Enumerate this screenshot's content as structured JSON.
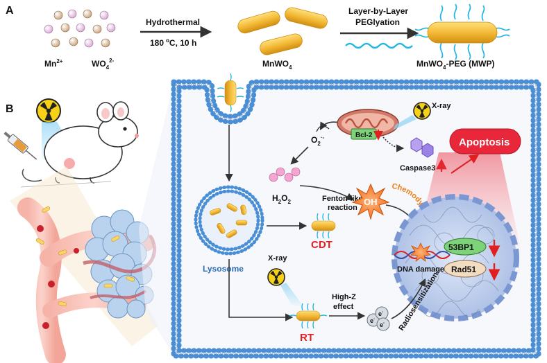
{
  "panels": {
    "a": "A",
    "b": "B"
  },
  "synthesis": {
    "mn_ion": "Mn",
    "mn_charge": "2+",
    "tungstate": "WO",
    "tungstate_sub": "4",
    "tungstate_charge": "2-",
    "step1_label": "Hydrothermal",
    "step1_temp": "180",
    "step1_temp_unit": "o",
    "step1_cond": "C, 10 h",
    "mnwo4": "MnWO",
    "mnwo4_sub": "4",
    "step2_label_1": "Layer-by-Layer",
    "step2_label_2": "PEGlyation",
    "product_a": "MnWO",
    "product_sub": "4",
    "product_b": "-PEG (MWP)"
  },
  "cell": {
    "xray_top": "X-ray",
    "bcl2": "Bcl-2",
    "superoxide": "O",
    "superoxide_sub": "2",
    "superoxide_sup": "·-",
    "h2o2_a": "H",
    "h2o2_sub1": "2",
    "h2o2_b": "O",
    "h2o2_sub2": "2",
    "caspase": "Caspase3",
    "apoptosis": "Apoptosis",
    "fenton_1": "Fenton-like",
    "fenton_2": "reaction",
    "oh_radical": "OH",
    "chemodynamic": "Chemodynamic effect",
    "cdt": "CDT",
    "lysosome": "Lysosome",
    "xray_mid": "X-ray",
    "highz_1": "High-Z",
    "highz_2": "effect",
    "electron": "e",
    "electron_sup": "-",
    "rt": "RT",
    "radiosens": "Radiosensitization",
    "p53bp1": "53BP1",
    "rad51": "Rad51",
    "dna_damage": "DNA damage"
  },
  "colors": {
    "rod": "#f2b632",
    "rod_edge": "#c98a10",
    "peg": "#29b6e0",
    "red_label": "#e02020",
    "membrane_head": "#4a8fd6",
    "arrow": "#333333",
    "orange_text": "#f07d12"
  },
  "icons": [
    "radiation-icon",
    "syringe-icon",
    "mouse-icon",
    "mitochondrion-icon",
    "nucleus-icon",
    "tumor-icon",
    "blood-vessel-icon"
  ]
}
